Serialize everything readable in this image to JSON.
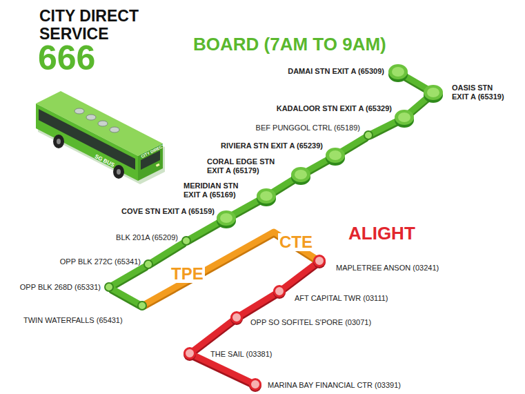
{
  "diagram": {
    "title": "CITY DIRECT SERVICE",
    "nodes": [
      {
        "text": [
          "DAMAI STN EXIT A (65309)"
        ]
      },
      {
        "text": [
          "OASIS STN EXIT A (65319)"
        ]
      },
      {
        "text": [
          "KADALOOR STN EXIT A (65329)"
        ]
      },
      {
        "text": [
          "BEF PUNGGOL CTRL (65189)"
        ]
      },
      {
        "text": [
          "RIVIERA STN EXIT A (65239)"
        ]
      },
      {
        "text": [
          "CORAL EDGE STN EXIT A (65179)"
        ]
      },
      {
        "text": [
          "MERIDIAN STN EXIT A (65169)"
        ]
      },
      {
        "text": [
          "COVE STN EXIT A (65159)"
        ]
      },
      {
        "text": [
          "BLK 201A (65209)"
        ]
      },
      {
        "text": [
          "OPP BLK 272C (65341)"
        ]
      },
      {
        "text": [
          "OPP BLK 268D (65331)"
        ]
      },
      {
        "text": [
          "TWIN WATERFALLS (65431)"
        ]
      },
      {
        "text": [
          "MAPLETREE ANSON (03241)"
        ]
      },
      {
        "text": [
          "AFT CAPITAL TWR (03111)"
        ]
      },
      {
        "text": [
          "OPP SO SOFITEL S'PORE (03071)"
        ]
      },
      {
        "text": [
          "THE SAIL (03381)"
        ]
      },
      {
        "text": [
          "MARINA BAY FINANCIAL CTR (03391)"
        ]
      }
    ],
    "edges": [
      {
        "from": 0,
        "to": 1,
        "arrow": "none"
      },
      {
        "from": 1,
        "to": 2,
        "arrow": "none"
      },
      {
        "from": 2,
        "to": 3,
        "arrow": "none"
      },
      {
        "from": 3,
        "to": 4,
        "arrow": "none"
      },
      {
        "from": 4,
        "to": 5,
        "arrow": "none"
      },
      {
        "from": 5,
        "to": 6,
        "arrow": "none"
      },
      {
        "from": 6,
        "to": 7,
        "arrow": "none"
      },
      {
        "from": 7,
        "to": 8,
        "arrow": "none"
      },
      {
        "from": 8,
        "to": 9,
        "arrow": "none"
      },
      {
        "from": 9,
        "to": 10,
        "arrow": "none"
      },
      {
        "from": 10,
        "to": 11,
        "arrow": "none"
      },
      {
        "from": 11,
        "to": 12,
        "arrow": "none"
      },
      {
        "from": 12,
        "to": 13,
        "arrow": "none"
      },
      {
        "from": 13,
        "to": 14,
        "arrow": "none"
      },
      {
        "from": 14,
        "to": 15,
        "arrow": "none"
      },
      {
        "from": 15,
        "to": 16,
        "arrow": "none"
      }
    ],
    "labels": [
      "666",
      "BOARD (7AM TO 9AM)",
      "ALIGHT",
      "TPE",
      "CTE",
      "CITY DIRECT 666",
      "SG BUS"
    ]
  }
}
